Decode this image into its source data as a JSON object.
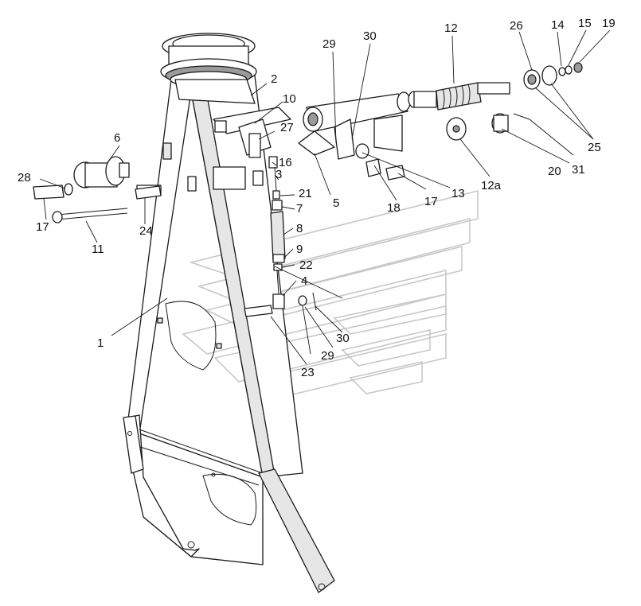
{
  "diagram": {
    "type": "exploded-parts-drawing",
    "callouts": [
      "1",
      "2",
      "3",
      "4",
      "5",
      "6",
      "7",
      "8",
      "9",
      "10",
      "11",
      "12",
      "12a",
      "13",
      "14",
      "15",
      "16",
      "17",
      "17",
      "18",
      "19",
      "20",
      "21",
      "22",
      "23",
      "24",
      "25",
      "26",
      "27",
      "28",
      "29",
      "29",
      "30",
      "30",
      "31"
    ]
  }
}
